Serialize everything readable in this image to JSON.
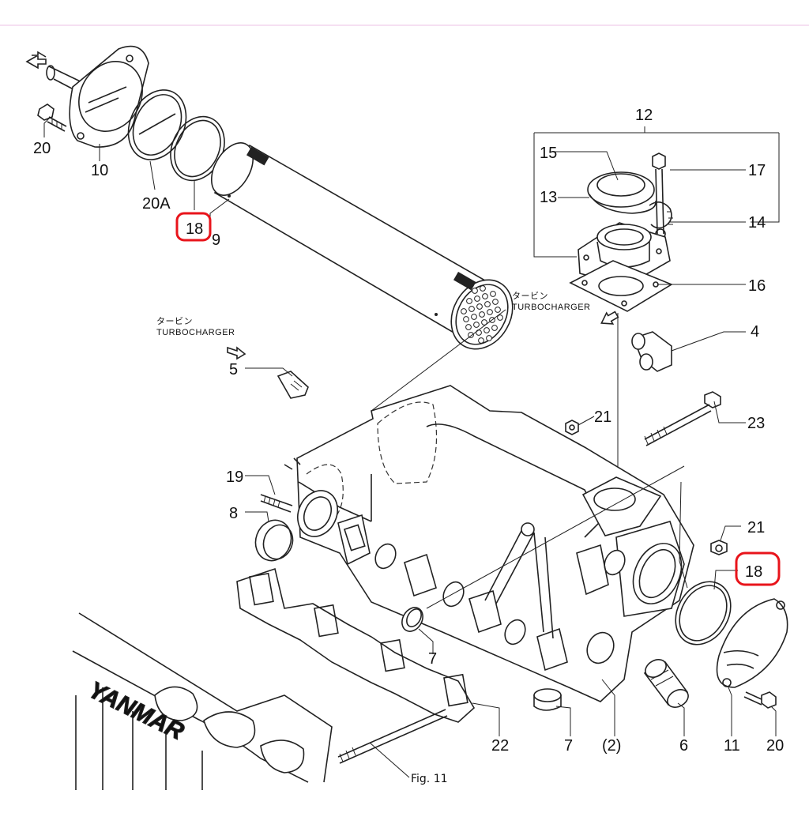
{
  "labels": {
    "l20_top": "20",
    "l10": "10",
    "l20A": "20A",
    "l18_top": "18",
    "l9": "9",
    "l12": "12",
    "l15": "15",
    "l13": "13",
    "l17": "17",
    "l14": "14",
    "l16": "16",
    "l4": "4",
    "l5": "5",
    "l21_top": "21",
    "l23": "23",
    "l19": "19",
    "l8": "8",
    "l21_right": "21",
    "l18_right": "18",
    "l7_mid": "7",
    "l22": "22",
    "l7_bottom": "7",
    "l2": "(2)",
    "l6": "6",
    "l11": "11",
    "l20_bottom": "20"
  },
  "callouts": {
    "turbo_right_jp": "タービン",
    "turbo_right_en": "TURBOCHARGER",
    "turbo_left_jp": "タービン",
    "turbo_left_en": "TURBOCHARGER"
  },
  "figure_label": "Fig. 11",
  "engine_text": "YANMAR",
  "highlight_color": "#e8141b"
}
